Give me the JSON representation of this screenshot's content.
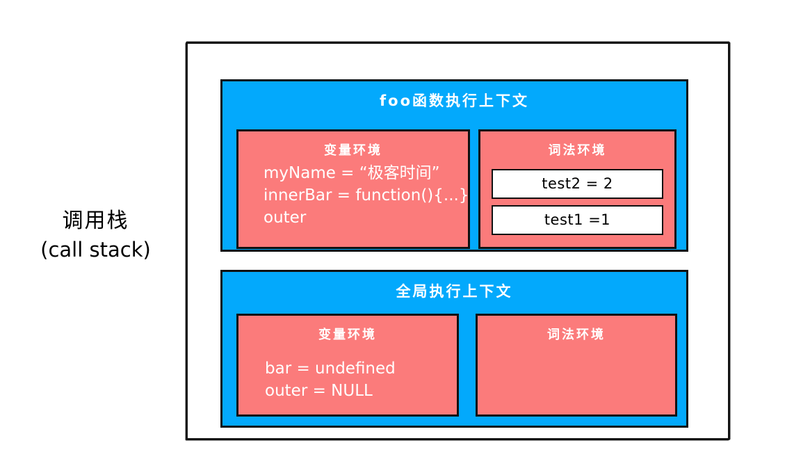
{
  "diagram": {
    "side_label": {
      "chinese": "调用栈",
      "english": "(call stack)"
    },
    "colors": {
      "context_fill": "#03a9fc",
      "environment_fill": "#fb7b7b",
      "slot_fill": "#ffffff",
      "stroke": "#111111",
      "page_background": "#ffffff",
      "context_text": "#ffffff",
      "slot_text": "#000000"
    },
    "contexts": [
      {
        "id": "foo",
        "title": "foo函数执行上下文",
        "variable_environment": {
          "title": "变量环境",
          "entries": [
            "myName = “极客时间”",
            "innerBar = function(){...}",
            "outer"
          ]
        },
        "lexical_environment": {
          "title": "词法环境",
          "slots": [
            "test2 = 2",
            "test1 =1"
          ],
          "entries": []
        }
      },
      {
        "id": "global",
        "title": "全局执行上下文",
        "variable_environment": {
          "title": "变量环境",
          "entries": [
            "bar =  undefined",
            "outer = NULL"
          ]
        },
        "lexical_environment": {
          "title": "词法环境",
          "slots": [],
          "entries": []
        }
      }
    ]
  }
}
